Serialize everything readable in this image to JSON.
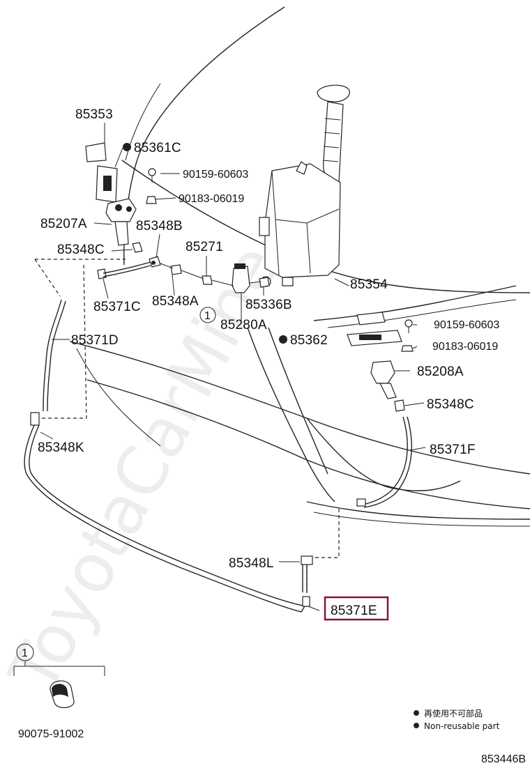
{
  "parts": {
    "p85353": "85353",
    "p85361C": "85361C",
    "p90159_top": "90159-60603",
    "p90183_top": "90183-06019",
    "p85207A": "85207A",
    "p85348B": "85348B",
    "p85348C_left": "85348C",
    "p85271": "85271",
    "p85371C": "85371C",
    "p85348A": "85348A",
    "p85336B": "85336B",
    "p85354": "85354",
    "p85280A": "85280A",
    "p90159_right": "90159-60603",
    "p85362": "85362",
    "p90183_right": "90183-06019",
    "p85371D": "85371D",
    "p85208A": "85208A",
    "p85348C_right": "85348C",
    "p85348K": "85348K",
    "p85371F": "85371F",
    "p85348L": "85348L",
    "p85371E": "85371E",
    "p90075": "90075-91002"
  },
  "callout": {
    "number": "1"
  },
  "legend": {
    "line1": "再使用不可部品",
    "line2": "Non-reusable part"
  },
  "diagram_id": "853446B",
  "watermark": "ToyotaCarMine.ru",
  "highlight_color": "#8a1238"
}
